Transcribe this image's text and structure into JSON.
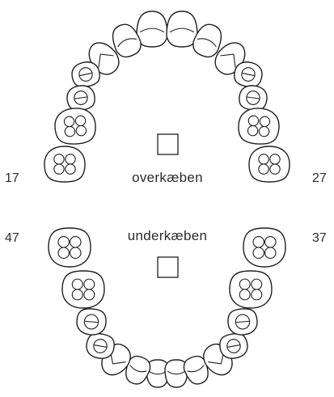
{
  "upper_jaw": {
    "label": "overkæben",
    "left_number": "17",
    "right_number": "27"
  },
  "lower_jaw": {
    "label": "underkæben",
    "left_number": "47",
    "right_number": "37"
  }
}
